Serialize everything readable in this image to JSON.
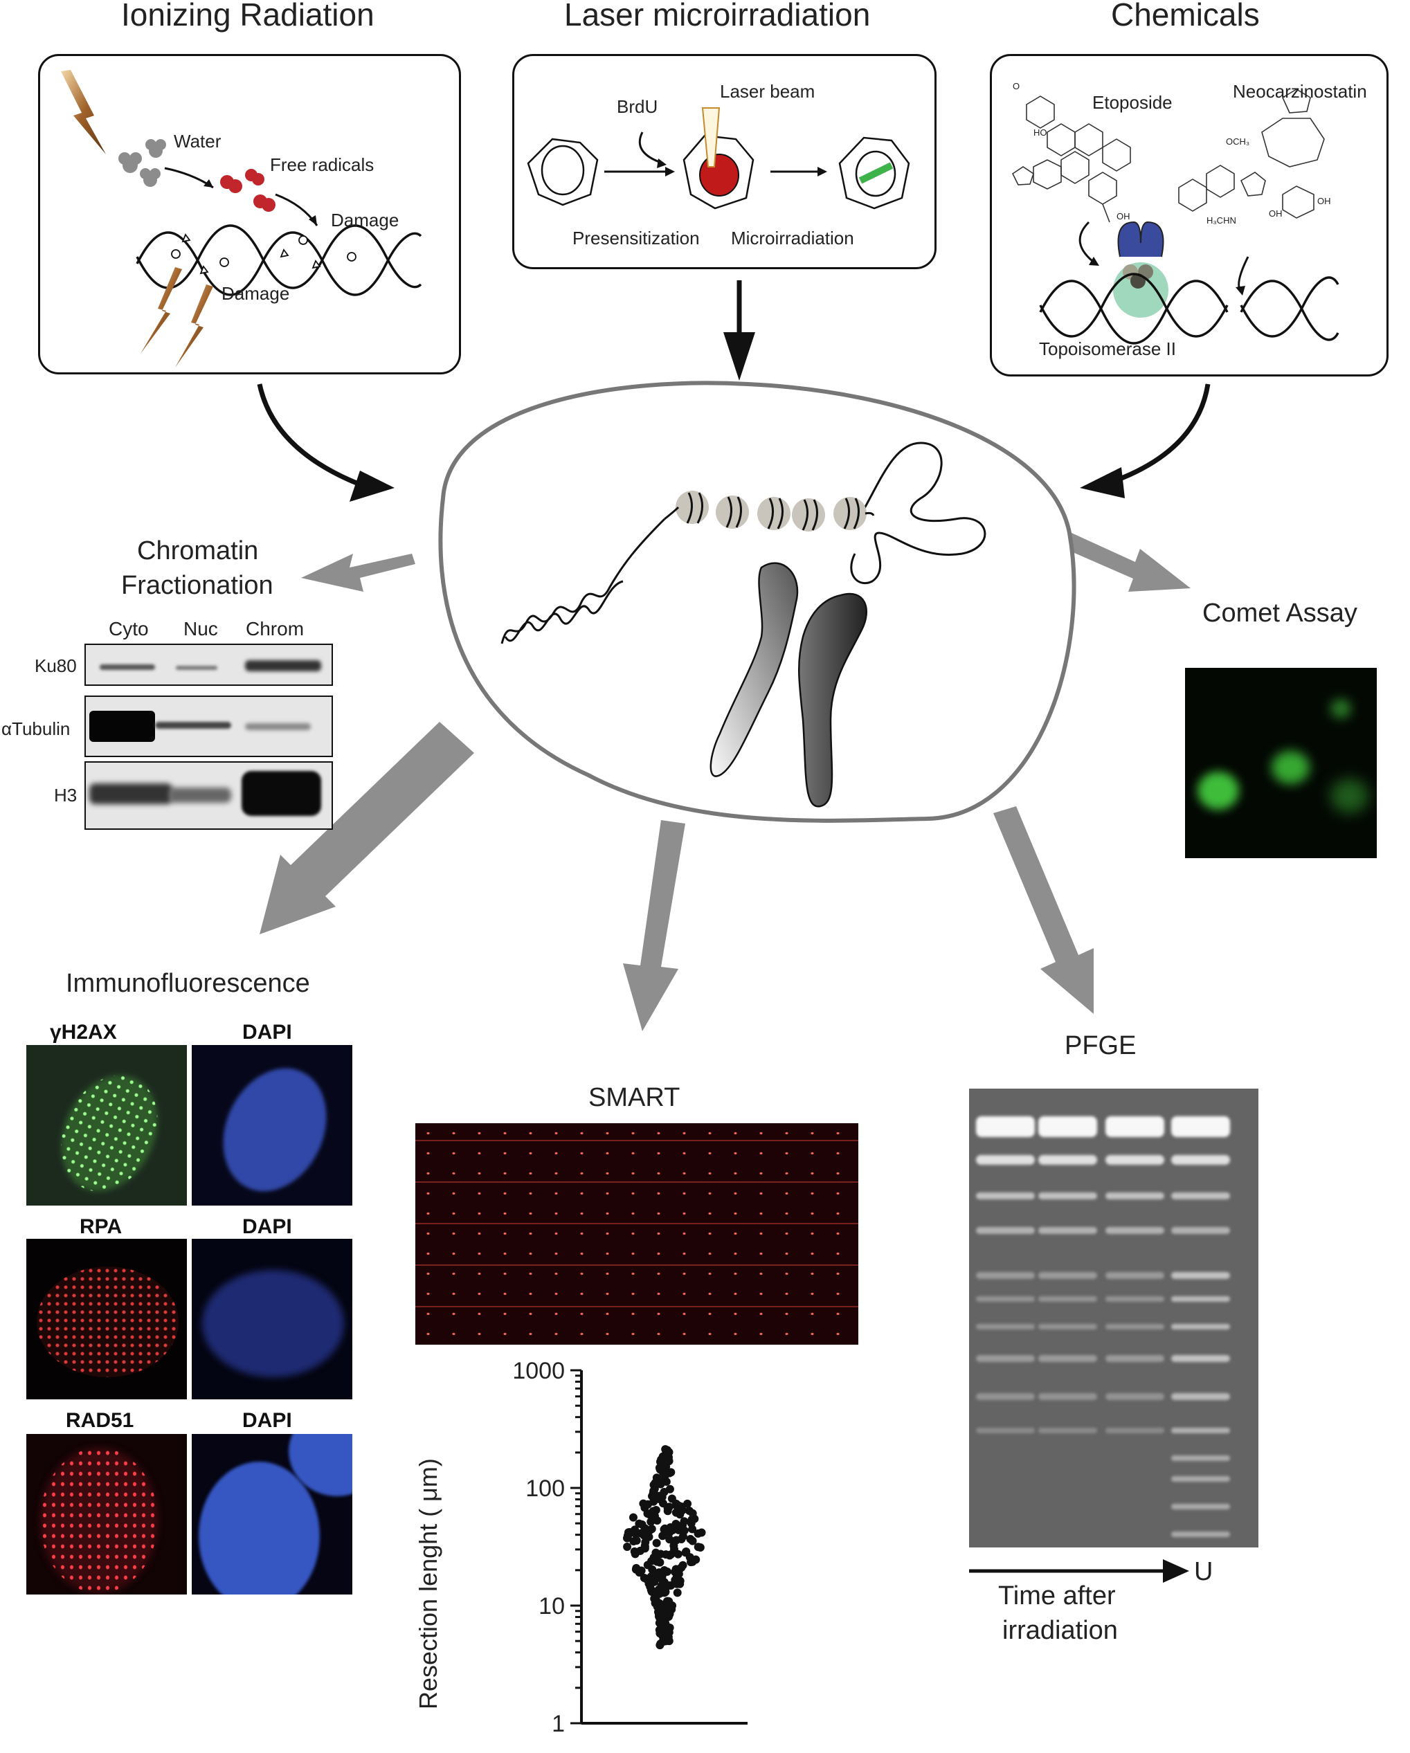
{
  "titles": {
    "ionizing": "Ionizing Radiation",
    "laser": "Laser microirradiation",
    "chemicals": "Chemicals"
  },
  "ionizing_panel": {
    "water": "Water",
    "free_radicals": "Free radicals",
    "damage_top": "Damage",
    "damage_bottom": "Damage"
  },
  "laser_panel": {
    "brdu": "BrdU",
    "laser_beam": "Laser beam",
    "presensitization": "Presensitization",
    "microirradiation": "Microirradiation"
  },
  "chemicals_panel": {
    "etoposide": "Etoposide",
    "neocarzinostatin": "Neocarzinostatin",
    "topoisomerase": "Topoisomerase II"
  },
  "chromatin": {
    "title_line1": "Chromatin",
    "title_line2": "Fractionation",
    "columns": [
      "Cyto",
      "Nuc",
      "Chrom"
    ],
    "rows": [
      "Ku80",
      "αTubulin",
      "H3"
    ]
  },
  "comet": {
    "title": "Comet Assay"
  },
  "immunofluorescence": {
    "title": "Immunofluorescence",
    "rows": [
      {
        "left": "γH2AX",
        "right": "DAPI"
      },
      {
        "left": "RPA",
        "right": "DAPI"
      },
      {
        "left": "RAD51",
        "right": "DAPI"
      }
    ]
  },
  "smart": {
    "title": "SMART"
  },
  "pfge": {
    "title": "PFGE",
    "xlabel_line1": "Time after",
    "xlabel_line2": "irradiation",
    "u_label": "U"
  },
  "chart_data": {
    "type": "scatter",
    "title": "",
    "xlabel": "",
    "ylabel": "Resection lenght (   μm)",
    "yscale": "log",
    "ylim": [
      1,
      1000
    ],
    "yticks": [
      "1",
      "10",
      "100",
      "1000"
    ],
    "series": [
      {
        "values": [
          5,
          5.5,
          6,
          6.5,
          7,
          7.5,
          8,
          8.5,
          9,
          9.5,
          10,
          11,
          12,
          13,
          14,
          15,
          16,
          17,
          18,
          19,
          20,
          22,
          24,
          26,
          28,
          30,
          32,
          34,
          36,
          38,
          40,
          42,
          45,
          48,
          50,
          55,
          60,
          65,
          70,
          75,
          80,
          90,
          100,
          120,
          140,
          160,
          180,
          200
        ]
      }
    ]
  }
}
